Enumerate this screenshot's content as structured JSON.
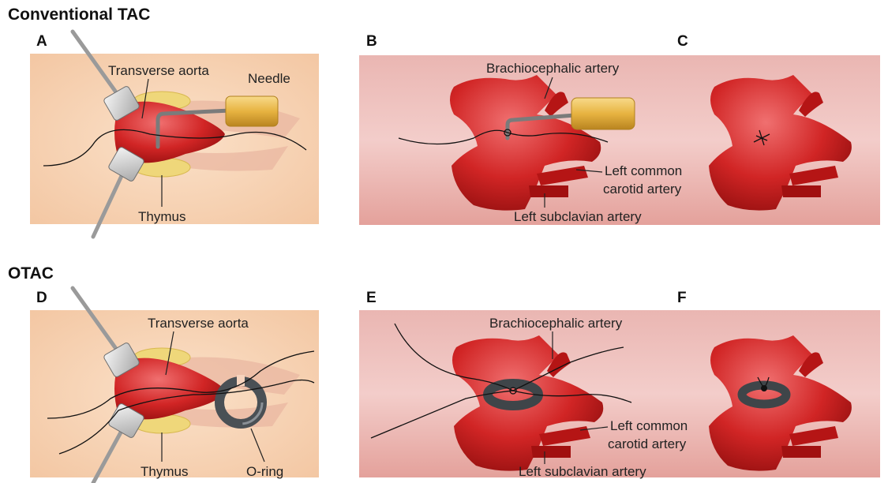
{
  "headings": {
    "conventional": "Conventional TAC",
    "otac": "OTAC"
  },
  "panels": {
    "a": "A",
    "b": "B",
    "c": "C",
    "d": "D",
    "e": "E",
    "f": "F"
  },
  "labels": {
    "transverse_aorta": "Transverse aorta",
    "needle": "Needle",
    "thymus": "Thymus",
    "brachiocephalic": "Brachiocephalic artery",
    "left_common_carotid_1": "Left common",
    "left_common_carotid_2": "carotid artery",
    "left_subclavian": "Left subclavian artery",
    "o_ring": "O-ring"
  },
  "colors": {
    "tissue_bg": "#f6cfae",
    "chest_bg": "#e7a9a3",
    "aorta": "#cc1f1f",
    "aorta_dark": "#8e0d0d",
    "thymus": "#efd77a",
    "needle_gold": "#e7b341",
    "clamp": "#d0d0d0",
    "o_ring": "#4a5055"
  }
}
